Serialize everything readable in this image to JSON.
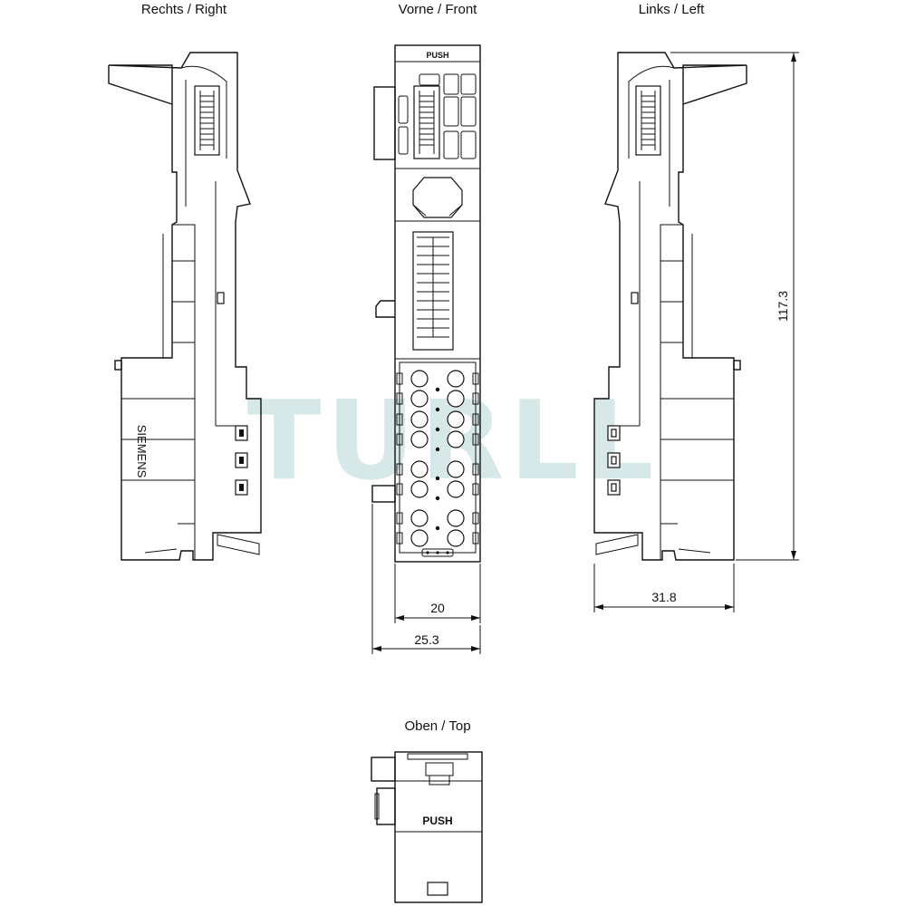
{
  "views": {
    "right": "Rechts / Right",
    "front": "Vorne / Front",
    "left": "Links / Left",
    "top": "Oben / Top"
  },
  "dimensions": {
    "front_width": "20",
    "overall_width": "25.3",
    "depth": "31.8",
    "height": "117.3"
  },
  "markings": {
    "brand": "SIEMENS",
    "push_front": "PUSH",
    "push_top": "PUSH"
  },
  "watermark": "TURLL",
  "colors": {
    "line": "#111111",
    "watermark": "#4f9a9a",
    "background": "#ffffff"
  }
}
